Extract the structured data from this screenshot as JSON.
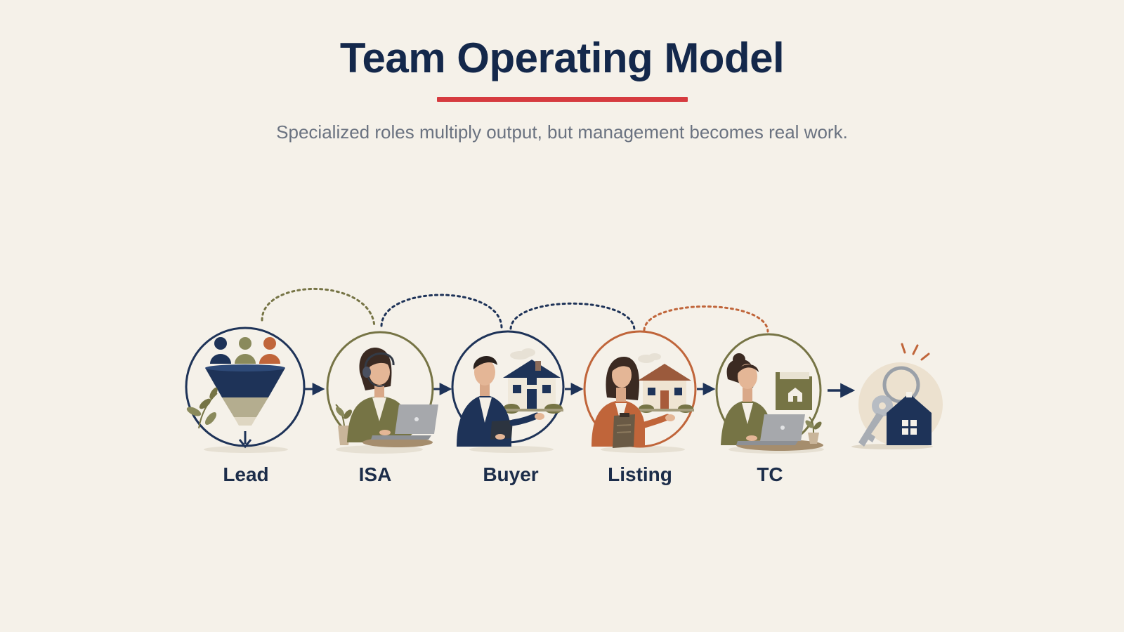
{
  "page": {
    "title": "Team Operating Model",
    "subtitle": "Specialized roles multiply output, but management becomes real work."
  },
  "colors": {
    "background": "#f5f1e9",
    "title": "#14284b",
    "accent_rule": "#d63b3f",
    "navy": "#1e3358",
    "olive": "#767445",
    "rust": "#c0653a",
    "subtitle": "#6a7280"
  },
  "roles": [
    {
      "label": "Lead",
      "icon": "lead-funnel-icon",
      "ring_color": "#1e3358"
    },
    {
      "label": "ISA",
      "icon": "isa-headset-agent-icon",
      "ring_color": "#767445"
    },
    {
      "label": "Buyer",
      "icon": "buyer-agent-house-icon",
      "ring_color": "#1e3358"
    },
    {
      "label": "Listing",
      "icon": "listing-agent-house-icon",
      "ring_color": "#c0653a"
    },
    {
      "label": "TC",
      "icon": "tc-laptop-folder-icon",
      "ring_color": "#767445"
    }
  ],
  "outcome": {
    "icon": "house-keys-icon"
  }
}
